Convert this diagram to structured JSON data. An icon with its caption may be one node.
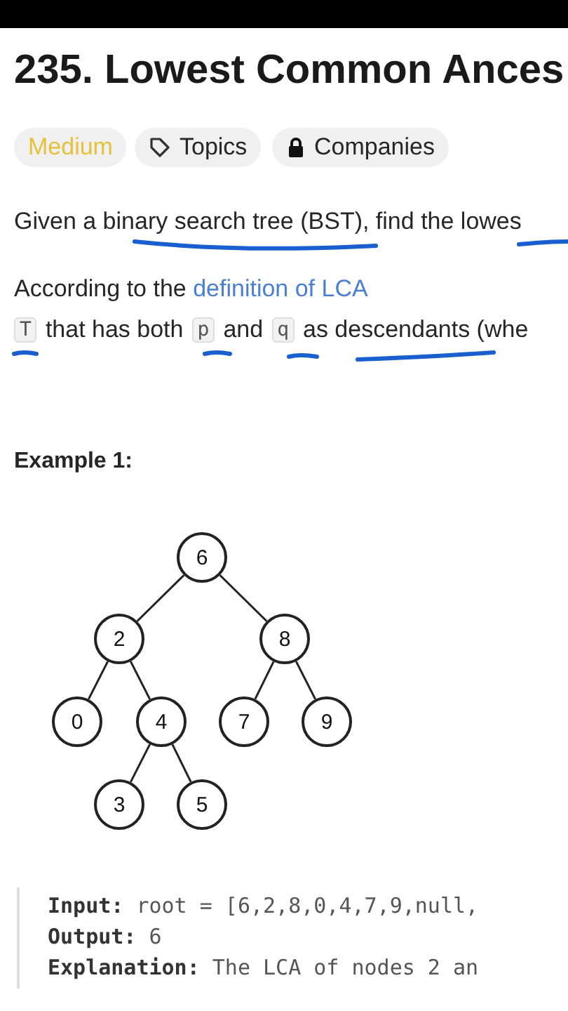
{
  "diagram": {
    "nodes": [
      {
        "text": [
          "6"
        ]
      },
      {
        "text": [
          "2"
        ]
      },
      {
        "text": [
          "8"
        ]
      },
      {
        "text": [
          "0"
        ]
      },
      {
        "text": [
          "4"
        ]
      },
      {
        "text": [
          "7"
        ]
      },
      {
        "text": [
          "9"
        ]
      },
      {
        "text": [
          "3"
        ]
      },
      {
        "text": [
          "5"
        ]
      },
      {
        "text": [],
        "shape": "bar"
      }
    ],
    "edges": [
      {
        "from": 0,
        "to": 1,
        "arrow": "none"
      },
      {
        "from": 0,
        "to": 2,
        "arrow": "none"
      },
      {
        "from": 1,
        "to": 3,
        "arrow": "none"
      },
      {
        "from": 1,
        "to": 4,
        "arrow": "none"
      },
      {
        "from": 2,
        "to": 5,
        "arrow": "none"
      },
      {
        "from": 2,
        "to": 6,
        "arrow": "none"
      },
      {
        "from": 4,
        "to": 7,
        "arrow": "none"
      },
      {
        "from": 4,
        "to": 8,
        "arrow": "none"
      }
    ],
    "labels": [
      "235. Lowest Common Ances",
      "Medium",
      "Topics",
      "Companies",
      "Given a binary search tree (BST), find the lowes",
      "According to the",
      "definition of LCA",
      "T",
      "that has both",
      "p",
      "and",
      "q",
      "as descendants (whe",
      "Example 1:",
      "**Input:** root = [6,2,8,0,4,7,9,null,",
      "**Output:** 6",
      "**Explanation:** The LCA of nodes 2 an"
    ]
  }
}
